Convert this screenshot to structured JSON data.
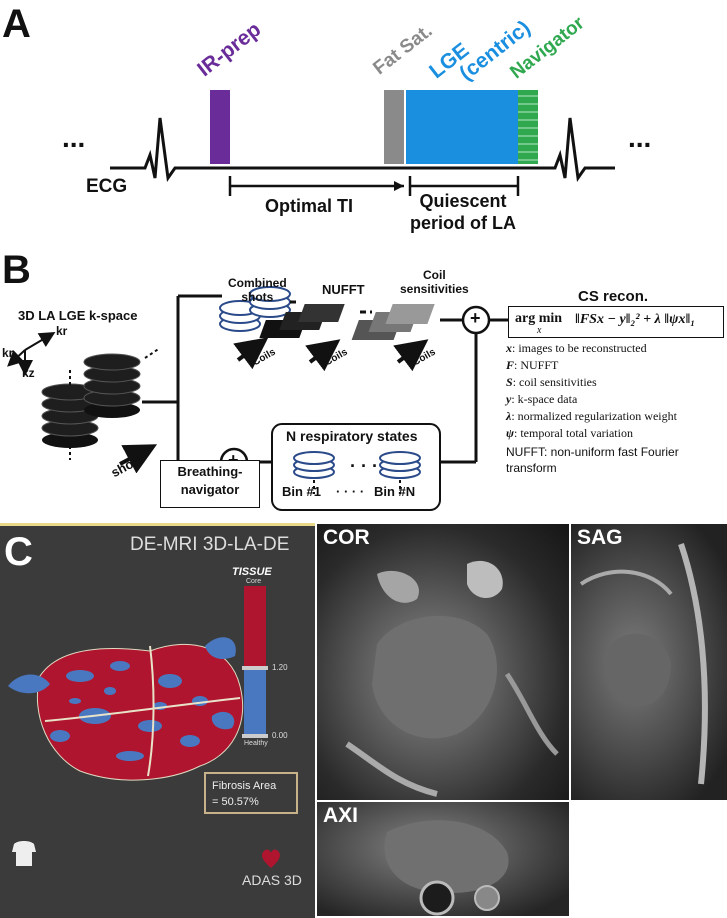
{
  "panel_a": {
    "letter": "A",
    "labels": {
      "ir_prep": "IR-prep",
      "fat_sat": "Fat Sat.",
      "lge_line1": "LGE",
      "lge_line2": "(centric)",
      "navigator": "Navigator",
      "ecg": "ECG",
      "optimal_ti": "Optimal TI",
      "quiescent_line1": "Quiescent",
      "quiescent_line2": "period of LA",
      "ellipsis": "..."
    },
    "colors": {
      "ir_prep": "#6a2c99",
      "fat_sat": "#8a8a8a",
      "lge": "#1a8fe0",
      "navigator": "#2fa84f"
    }
  },
  "panel_b": {
    "letter": "B",
    "title_kspace": "3D LA LGE k-space",
    "axis_kr1": "kr",
    "axis_kr2": "kr",
    "axis_kz": "kz",
    "shots": "shots",
    "combined_shots_1": "Combined",
    "combined_shots_2": "shots",
    "nufft": "NUFFT",
    "coil_sens_1": "Coil",
    "coil_sens_2": "sensitivities",
    "coils": "Coils",
    "plus": "+",
    "cs_recon": "CS recon.",
    "formula_argmin": "arg min",
    "formula_sub": "x",
    "formula_body": "‖FSx − y‖₂² + λ ‖ψx‖₁",
    "resp_states": "N respiratory states",
    "bin1": "Bin #1",
    "binN": "Bin #N",
    "dots": "· · · ·",
    "breathing_1": "Breathing-",
    "breathing_2": "navigator",
    "legend": [
      {
        "sym": "x",
        "text": ": images to be reconstructed"
      },
      {
        "sym": "F",
        "text": ": NUFFT"
      },
      {
        "sym": "S",
        "text": ": coil sensitivities"
      },
      {
        "sym": "y",
        "text": ": k-space data"
      },
      {
        "sym": "λ",
        "text": ": normalized regularization weight"
      },
      {
        "sym": "ψ",
        "text": ": temporal total variation"
      }
    ],
    "nufft_note_1": "NUFFT: non-uniform fast Fourier",
    "nufft_note_2": "transform"
  },
  "panel_c": {
    "letter": "C",
    "title": "DE-MRI 3D-LA-DE",
    "tissue": "TISSUE",
    "core": "Core",
    "healthy": "Healthy",
    "tick_high": "1.20",
    "tick_low": "0.00",
    "fibrosis_1": "Fibrosis Area",
    "fibrosis_2": "= 50.57%",
    "brand": "ADAS 3D",
    "cor": "COR",
    "sag": "SAG",
    "axi": "AXI",
    "colors": {
      "core": "#b0152f",
      "healthy": "#4a78c0",
      "bg": "#3b3b3b"
    }
  }
}
